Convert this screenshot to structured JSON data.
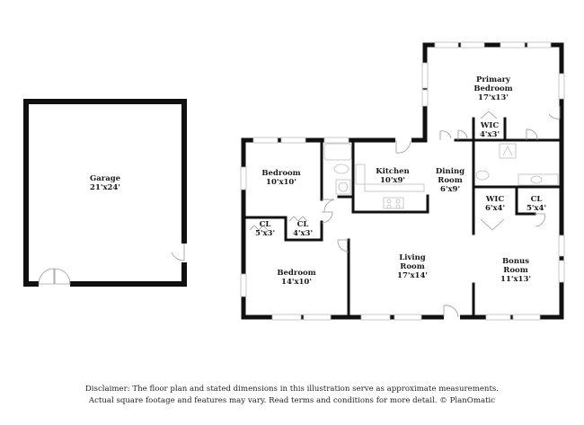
{
  "floorplan": {
    "rooms": {
      "garage": {
        "name": "Garage",
        "dims": "21'x24'"
      },
      "primary_bedroom": {
        "name1": "Primary",
        "name2": "Bedroom",
        "dims": "17'x13'"
      },
      "wic_primary": {
        "name": "WIC",
        "dims": "4'x3'"
      },
      "bedroom_1": {
        "name": "Bedroom",
        "dims": "10'x10'"
      },
      "kitchen": {
        "name": "Kitchen",
        "dims": "10'x9'"
      },
      "dining_room": {
        "name1": "Dining",
        "name2": "Room",
        "dims": "6'x9'"
      },
      "wic_2": {
        "name": "WIC",
        "dims": "6'x4'"
      },
      "cl_3": {
        "name": "CL",
        "dims": "5'x4'"
      },
      "cl_1": {
        "name": "CL",
        "dims": "5'x3'"
      },
      "cl_2": {
        "name": "CL",
        "dims": "4'x3'"
      },
      "bedroom_2": {
        "name": "Bedroom",
        "dims": "14'x10'"
      },
      "living_room": {
        "name1": "Living",
        "name2": "Room",
        "dims": "17'x14'"
      },
      "bonus_room": {
        "name1": "Bonus",
        "name2": "Room",
        "dims": "11'x13'"
      }
    },
    "colors": {
      "wall": "#111111",
      "window": "#d8d8d8",
      "fixture": "#bbbbbb"
    }
  },
  "disclaimer": {
    "line1": "Disclaimer: The floor plan and stated dimensions in this illustration serve as approximate measurements.",
    "line2": "Actual square footage and features may vary. Read terms and conditions for more detail. © PlanOmatic"
  }
}
